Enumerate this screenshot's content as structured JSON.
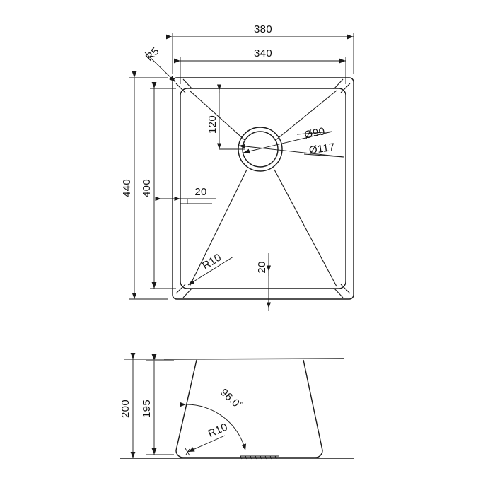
{
  "drawing": {
    "title": "Kitchen sink technical drawing",
    "line_color": "#1a1a1a",
    "background": "#ffffff",
    "views": [
      {
        "name": "plan-view",
        "label": ""
      },
      {
        "name": "section-view",
        "label": ""
      }
    ]
  },
  "plan_view": {
    "dim_overall_width": "380",
    "dim_inner_width": "340",
    "dim_overall_height": "440",
    "dim_inner_height": "400",
    "dim_drain_offset_top": "120",
    "dim_rim_left": "20",
    "dim_rim_bottom": "20",
    "radius_outer_corner": "R5",
    "radius_inner_corner": "R10",
    "drain_outer_diameter": "Ø117",
    "drain_inner_diameter": "Ø90"
  },
  "section_view": {
    "dim_overall_depth": "200",
    "dim_inner_depth": "195",
    "angle_wall": "96.0˚",
    "radius_bottom_corner": "R10"
  }
}
